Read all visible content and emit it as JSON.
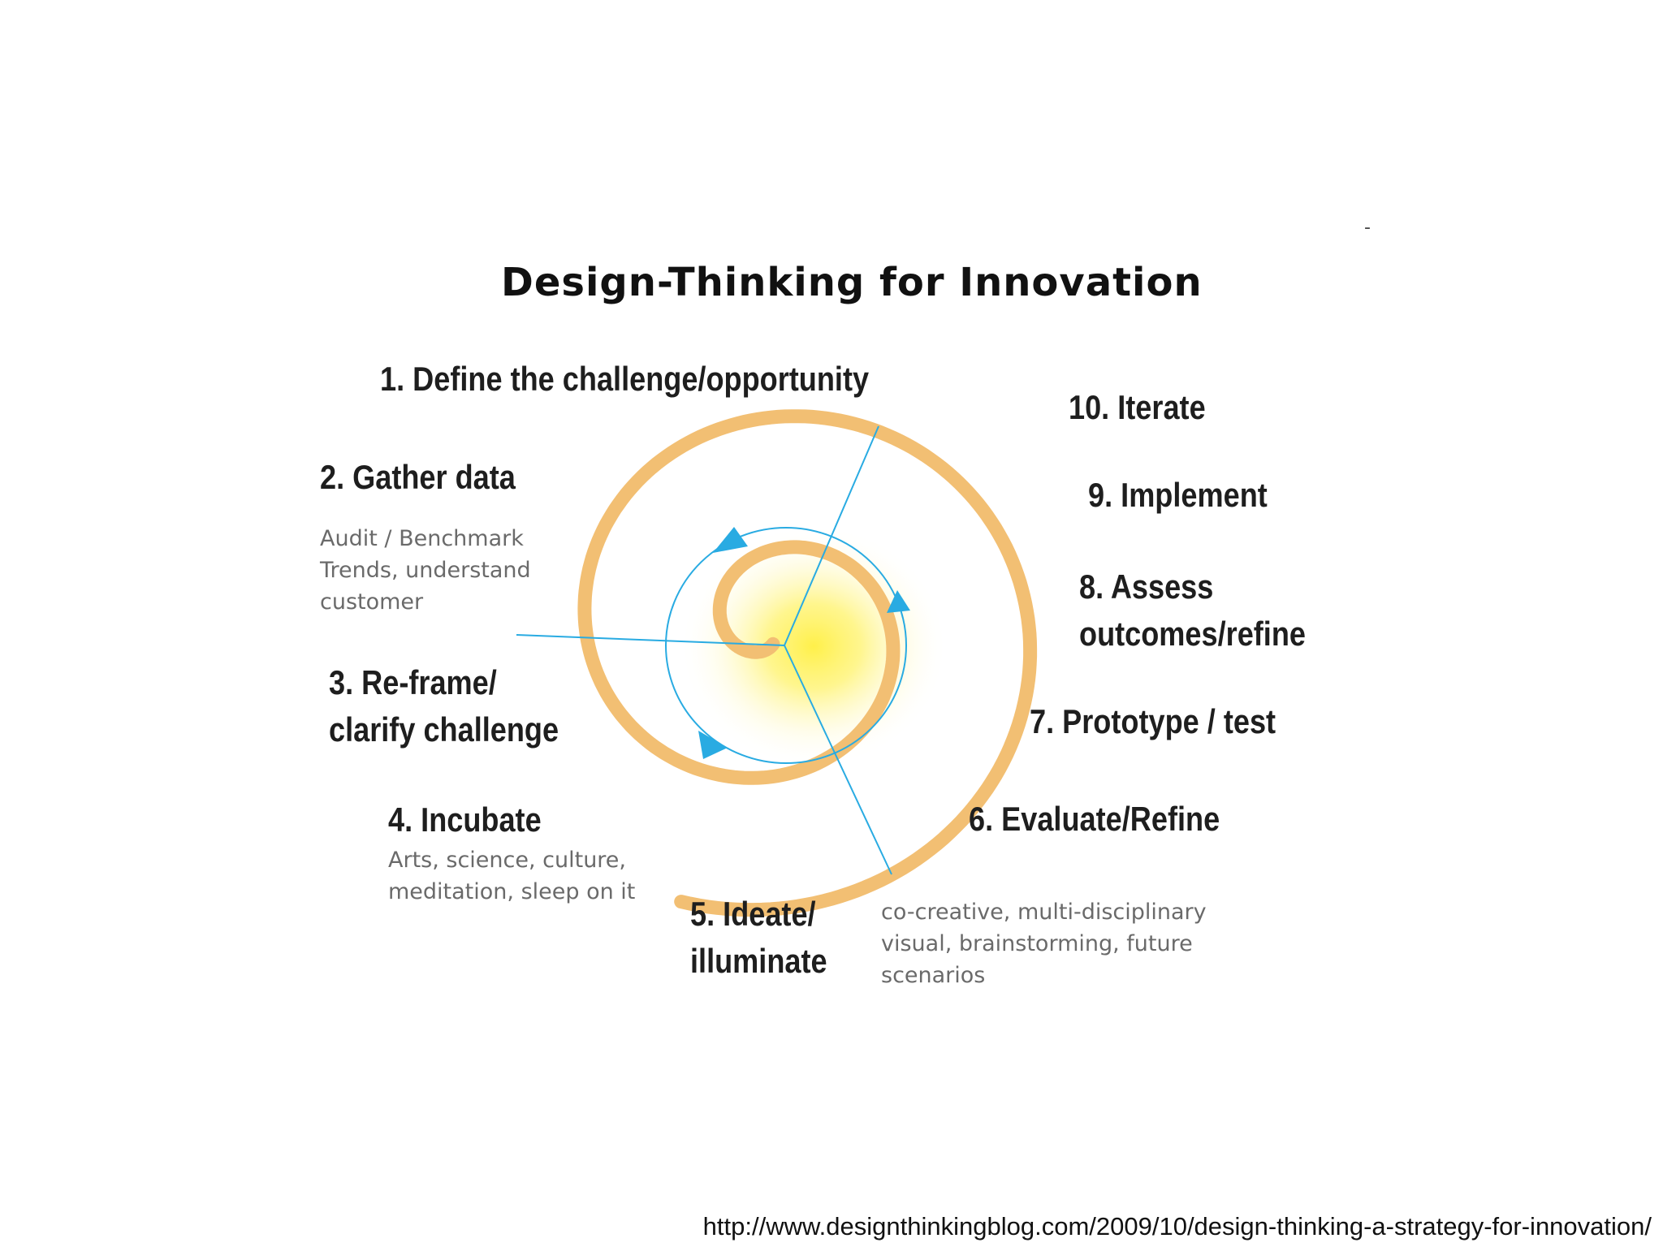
{
  "title": "Design-Thinking for Innovation",
  "stray_mark": "-",
  "colors": {
    "spiral": "#f2bf73",
    "arrow": "#29abe2",
    "glow": "#fff04a",
    "text": "#1e1e1e",
    "subtext": "#6a6a6a"
  },
  "steps": [
    {
      "lines": [
        "1. Define the challenge/opportunity"
      ]
    },
    {
      "lines": [
        "2. Gather data"
      ],
      "desc": [
        "Audit / Benchmark",
        "Trends, understand",
        "customer"
      ]
    },
    {
      "lines": [
        "3. Re-frame/",
        "clarify challenge"
      ]
    },
    {
      "lines": [
        "4. Incubate"
      ],
      "desc": [
        "Arts, science, culture,",
        " meditation, sleep on it"
      ]
    },
    {
      "lines": [
        "5. Ideate/",
        "illuminate"
      ],
      "desc": [
        "co-creative, multi-disciplinary",
        "visual, brainstorming, future",
        "scenarios"
      ]
    },
    {
      "lines": [
        "6. Evaluate/Refine"
      ]
    },
    {
      "lines": [
        "7. Prototype / test"
      ]
    },
    {
      "lines": [
        "8. Assess",
        "outcomes/refine"
      ]
    },
    {
      "lines": [
        "9. Implement"
      ]
    },
    {
      "lines": [
        "10. Iterate"
      ]
    }
  ],
  "icons": {
    "spiral": "orange-spiral-icon",
    "cycle_arrows": "blue-cycle-arrows-icon",
    "glow": "yellow-glow-icon"
  },
  "source_url": "http://www.designthinkingblog.com/2009/10/design-thinking-a-strategy-for-innovation/"
}
